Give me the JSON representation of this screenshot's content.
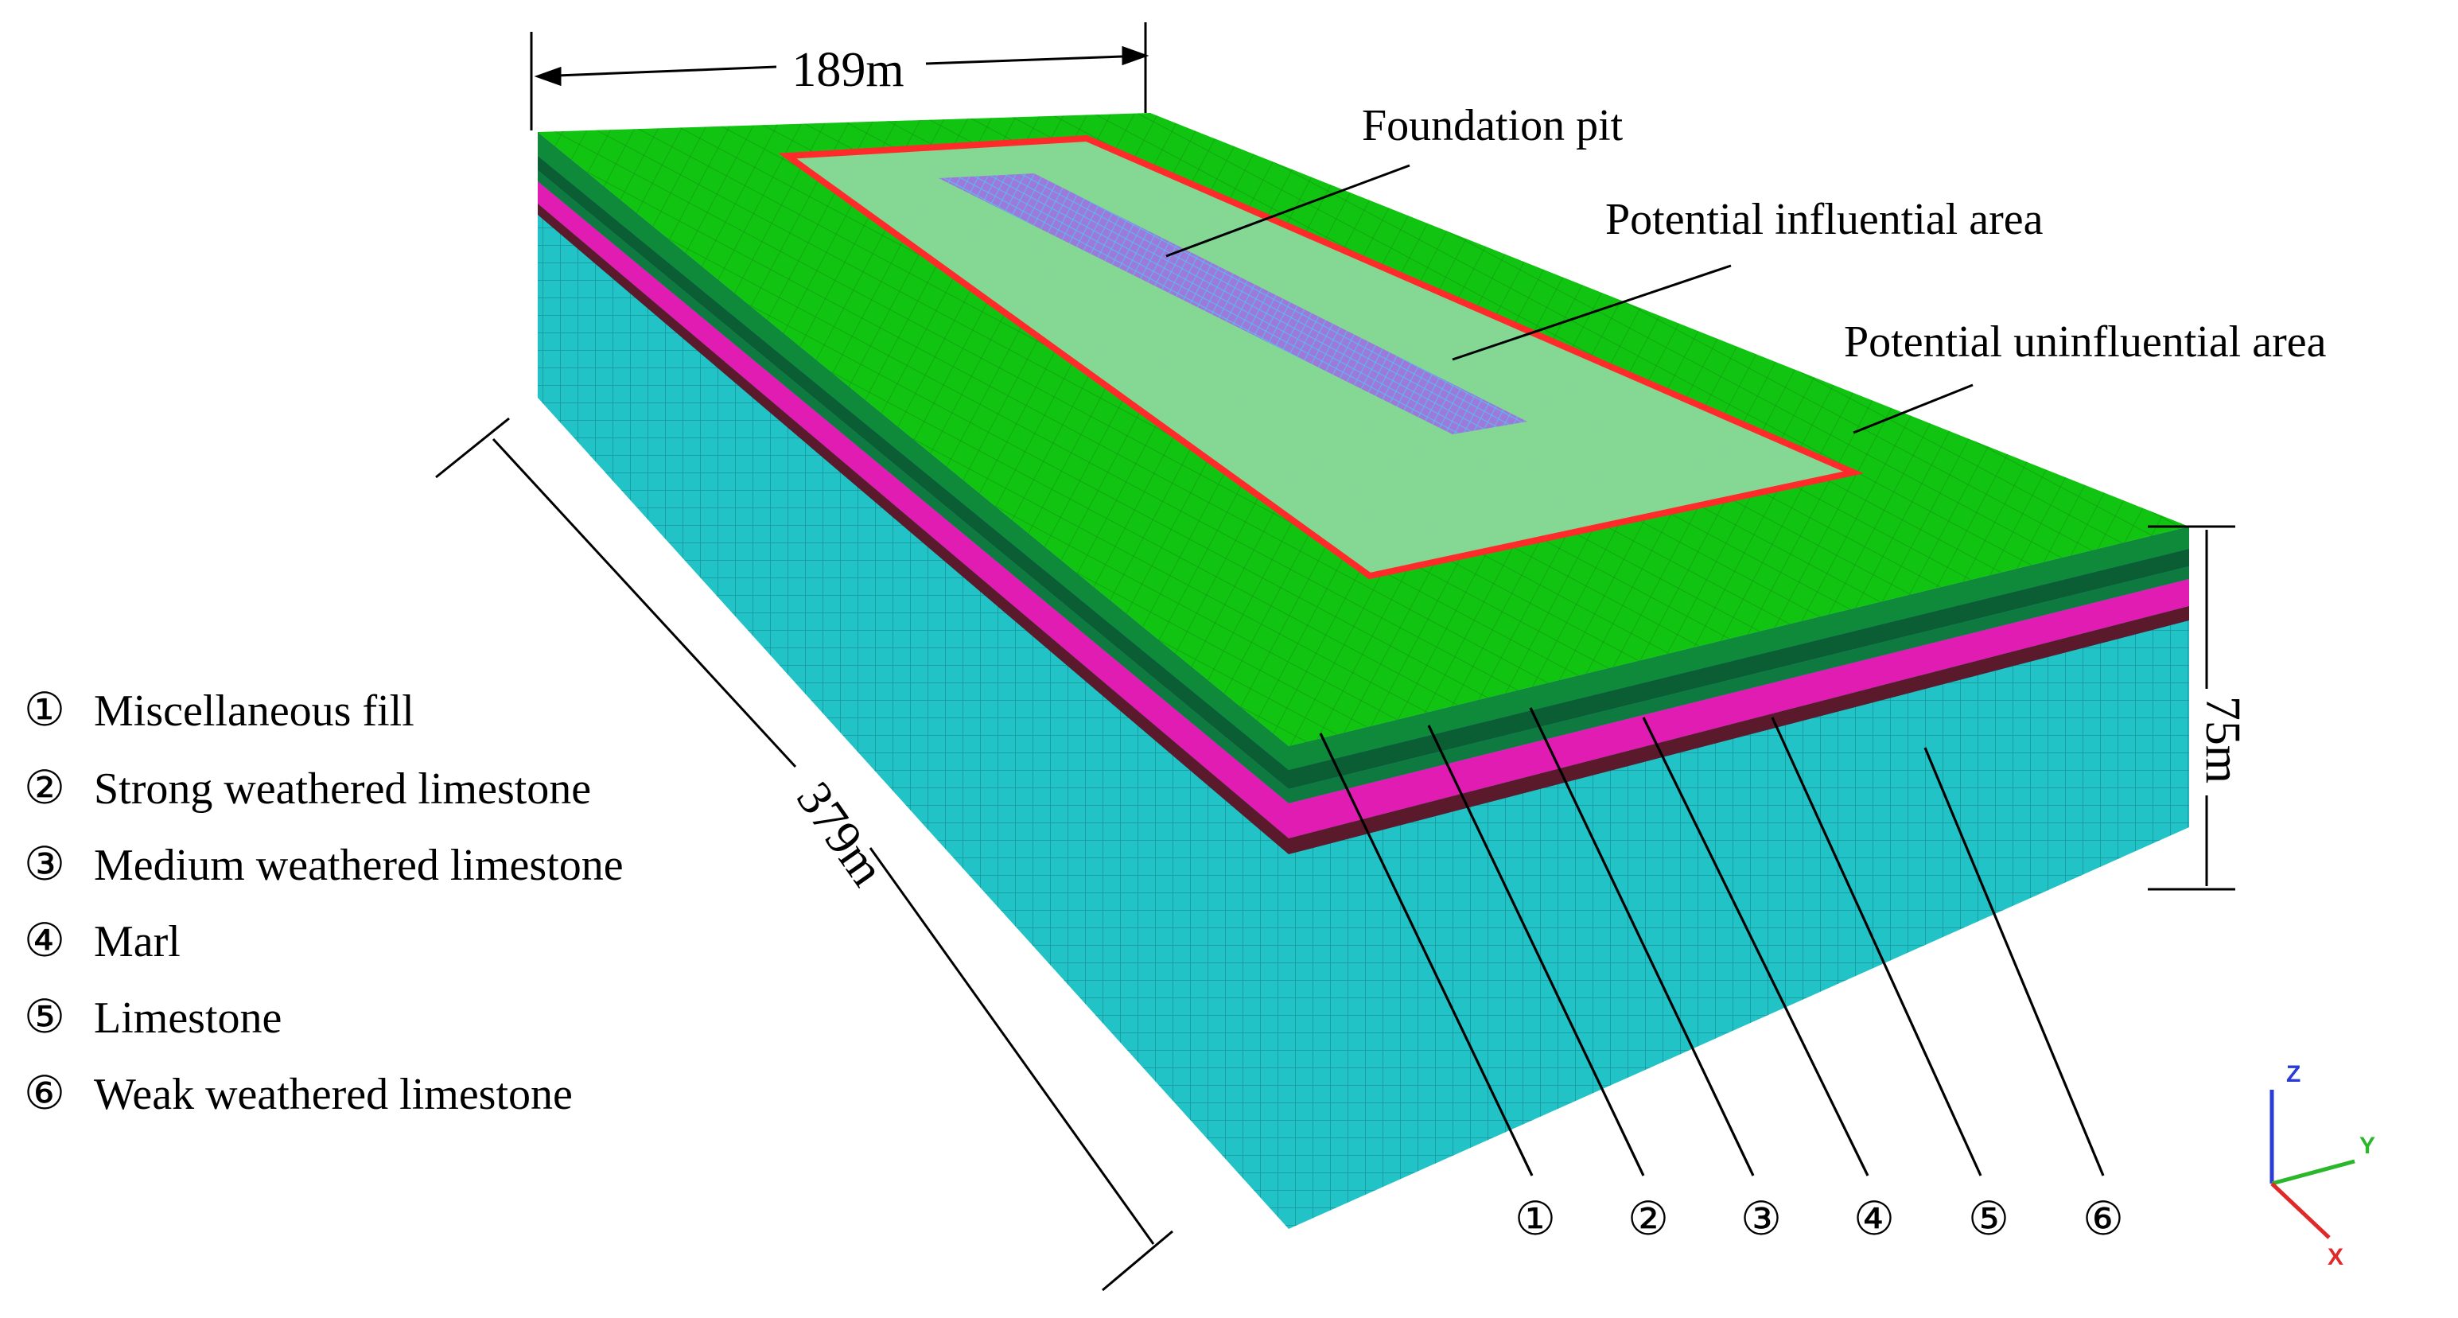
{
  "dimensions": {
    "width": "189m",
    "length": "379m",
    "height": "75m"
  },
  "annotations": {
    "foundation_pit": "Foundation pit",
    "influential_area": "Potential influential area",
    "uninfluential_area": "Potential uninfluential area"
  },
  "layers": [
    {
      "marker": "①",
      "name": "Miscellaneous fill",
      "color": "#0f8a3a"
    },
    {
      "marker": "②",
      "name": "Strong weathered limestone",
      "color": "#0b5e34"
    },
    {
      "marker": "③",
      "name": "Medium weathered limestone",
      "color": "#0f7a40"
    },
    {
      "marker": "④",
      "name": "Marl",
      "color": "#e01cb2"
    },
    {
      "marker": "⑤",
      "name": "Limestone",
      "color": "#5a1a2c"
    },
    {
      "marker": "⑥",
      "name": "Weak weathered limestone",
      "color": "#1fc4cc"
    }
  ],
  "axes": {
    "z": "Z",
    "y": "Y",
    "x": "X"
  },
  "colors": {
    "top_surface": "#12c412",
    "influential_area_fill": "#8fd9a0",
    "influential_boundary": "#ff2a2a",
    "foundation_pit": "#a070e0",
    "soil_block": "#22c3c6"
  }
}
